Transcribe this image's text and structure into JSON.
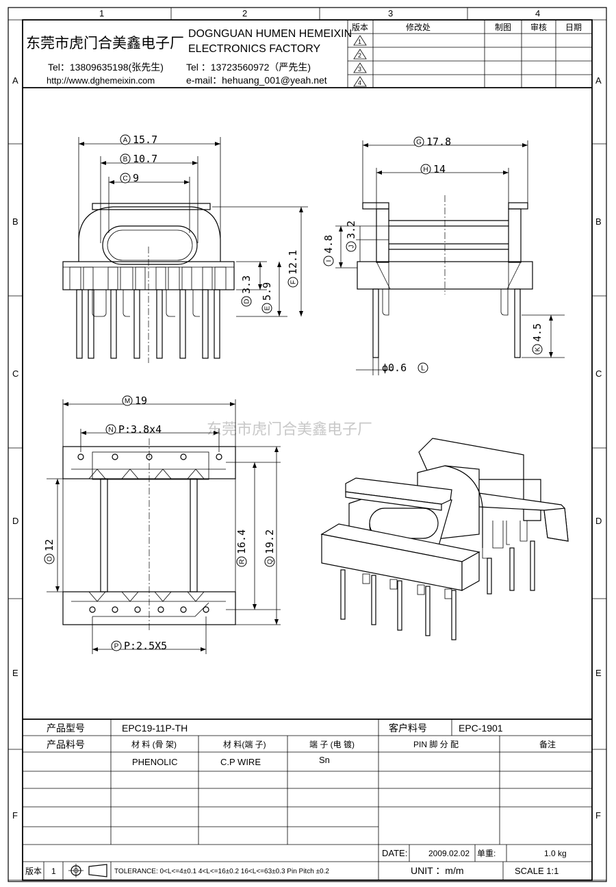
{
  "grid": {
    "columns": [
      "1",
      "2",
      "3",
      "4"
    ],
    "rows": [
      "A",
      "B",
      "C",
      "D",
      "E",
      "F"
    ]
  },
  "header": {
    "company_cn": "东莞市虎门合美鑫电子厂",
    "company_en_line1": "DOGNGUAN HUMEN HEMEIXIN",
    "company_en_line2": "ELECTRONICS FACTORY",
    "tel1": "Tel：13809635198(张先生)",
    "tel2": "Tel ：13723560972（严先生)",
    "website": "http://www.dghemeixin.com",
    "email": "e-mail：hehuang_001@yeah.net"
  },
  "revision_table": {
    "headers": [
      "版本",
      "修改处",
      "制图",
      "审核",
      "日期"
    ],
    "rows": [
      "1",
      "2",
      "3",
      "4"
    ]
  },
  "watermark": "东莞市虎门合美鑫电子厂",
  "dimensions": {
    "A": "15.7",
    "B": "10.7",
    "C": "9",
    "D": "3.3",
    "E": "5.9",
    "F": "12.1",
    "G": "17.8",
    "H": "14",
    "I": "4.8",
    "J": "3.2",
    "K": "4.5",
    "L": "0.6",
    "M": "19",
    "N": "P:3.8x4",
    "O": "12",
    "P": "P:2.5X5",
    "Q": "19.2",
    "R": "16.4"
  },
  "dimension_letters": [
    "A",
    "B",
    "C",
    "D",
    "E",
    "F",
    "G",
    "H",
    "I",
    "J",
    "K",
    "L",
    "M",
    "N",
    "O",
    "P",
    "Q",
    "R"
  ],
  "title_block": {
    "model_label": "产品型号",
    "model_value": "EPC19-11P-TH",
    "customer_label": "客户料号",
    "customer_value": "EPC-1901",
    "part_label": "产品料号",
    "col_material_bobbin": "材 料 (骨 架)",
    "col_material_pin": "材 料(端 子)",
    "col_plating": "端 子 (电 镀)",
    "col_pin": "PIN 脚 分 配",
    "col_note": "备注",
    "material_bobbin": "PHENOLIC",
    "material_pin": "C.P WIRE",
    "plating": "Sn",
    "date_label": "DATE:",
    "date_value": "2009.02.02",
    "weight_label": "单重:",
    "weight_value": "1.0 kg",
    "version_label": "版本",
    "version_value": "1",
    "tolerance": "TOLERANCE:  0<L<=4±0.1  4<L<=16±0.2  16<L<=63±0.3  Pin Pitch  ±0.2",
    "unit": "UNIT ：m/m",
    "scale": "SCALE   1:1"
  }
}
